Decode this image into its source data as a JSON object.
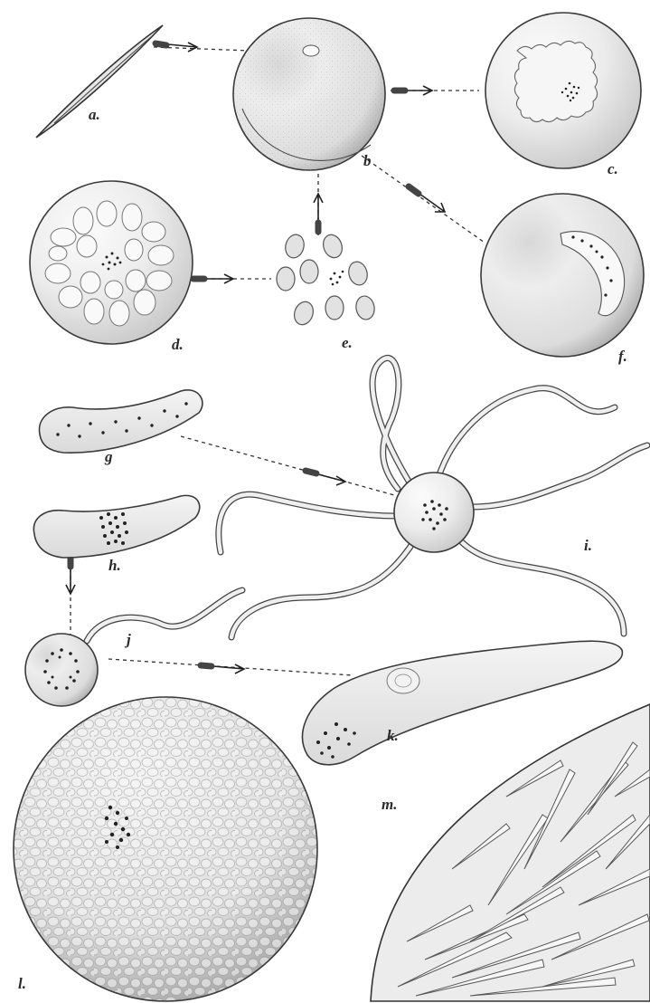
{
  "figure": {
    "labels": {
      "a": "a.",
      "b": "b",
      "c": "c.",
      "d": "d.",
      "e": "e.",
      "f": "f.",
      "g": "g",
      "h": "h.",
      "i": "i.",
      "j": "j",
      "k": "k.",
      "l": "l.",
      "m": "m."
    }
  }
}
